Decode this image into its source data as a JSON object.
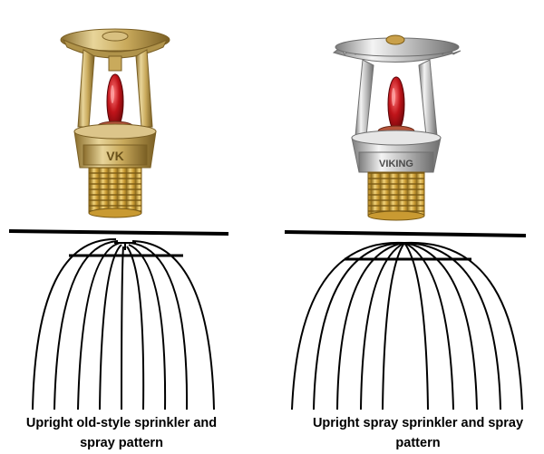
{
  "colors": {
    "brass_light": "#e8d59a",
    "brass_mid": "#c9aa5c",
    "brass_dark": "#8a6d2c",
    "chrome_light": "#f2f2f2",
    "chrome_mid": "#c8c8c8",
    "chrome_dark": "#7d7d7d",
    "bulb_red": "#c0141a",
    "thread_gold": "#d9b24a",
    "line": "#000000"
  },
  "icons": {
    "left_sprinkler": "old-style-sprinkler-icon",
    "right_sprinkler": "spray-sprinkler-icon"
  },
  "marks": {
    "left_body_mark": "VK",
    "right_body_mark": "VIKING"
  },
  "captions": {
    "left": "Upright old-style sprinkler and spray pattern",
    "right": "Upright spray sprinkler and spray pattern"
  }
}
